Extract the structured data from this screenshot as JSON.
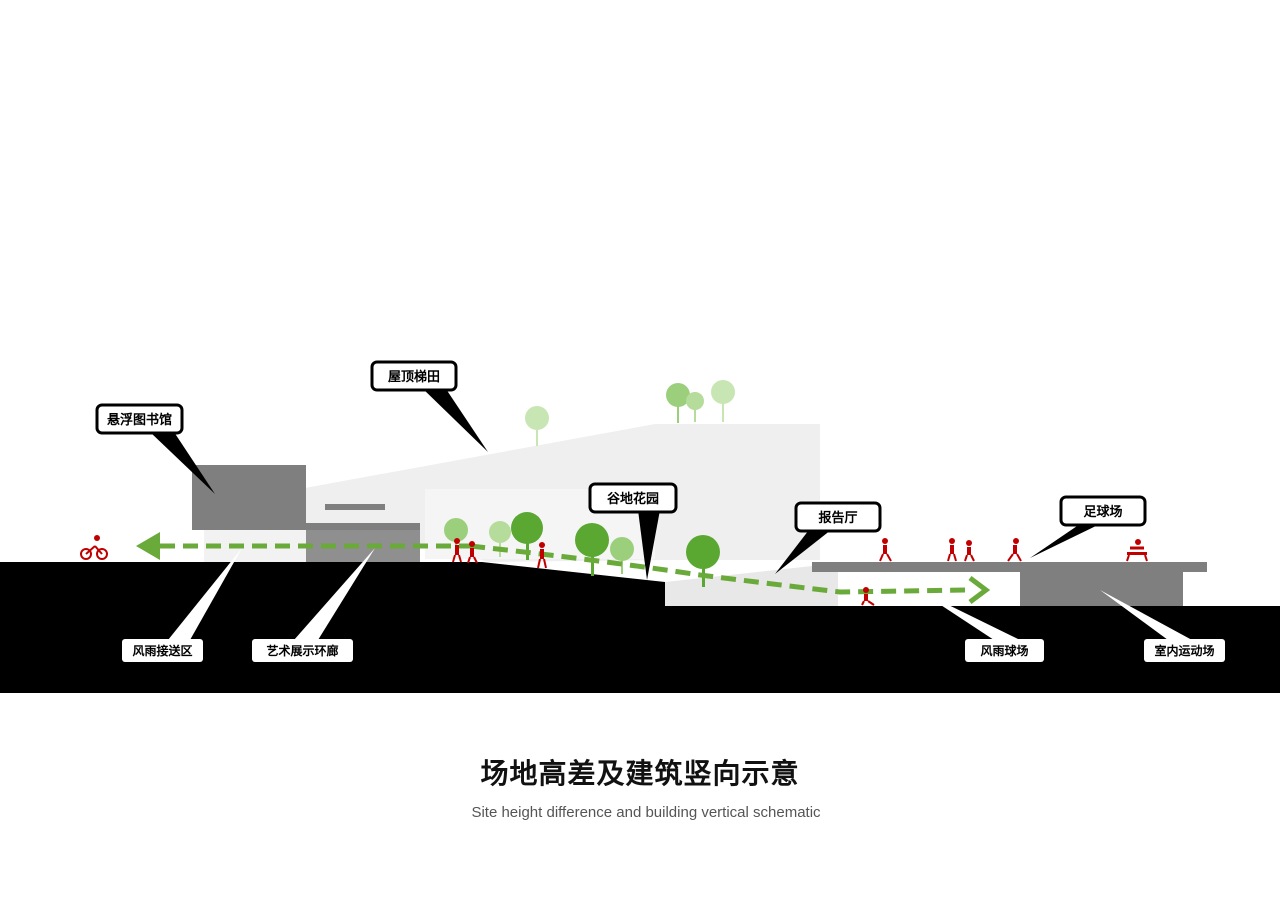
{
  "diagram": {
    "title": "场地高差及建筑竖向示意",
    "subtitle": "Site height difference and building vertical schematic",
    "callouts": {
      "roof_terraces": "屋顶梯田",
      "floating_library": "悬浮图书馆",
      "valley_garden": "谷地花园",
      "lecture_hall": "报告厅",
      "football_field": "足球场"
    },
    "labels": {
      "sheltered_dropoff": "风雨接送区",
      "art_gallery_corridor": "艺术展示环廊",
      "sheltered_court": "风雨球场",
      "indoor_sports_hall": "室内运动场"
    },
    "colors": {
      "ground": "#000000",
      "building_dark": "#7f7f7f",
      "building_light": "#efefef",
      "tree_green": "#5aa832",
      "tree_light": "#9ccf7c",
      "path_arrow": "#6aaa3a",
      "figures": "#c00000"
    }
  }
}
